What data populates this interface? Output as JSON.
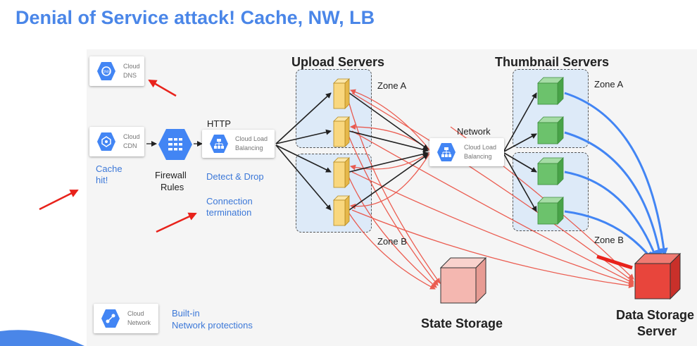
{
  "title": "Denial of Service attack! Cache, NW, LB",
  "services": {
    "dns": {
      "line1": "Cloud",
      "line2": "DNS",
      "icon": "cloud-dns-icon"
    },
    "cdn": {
      "line1": "Cloud",
      "line2": "CDN",
      "icon": "cloud-cdn-icon"
    },
    "lb_http": {
      "line1": "Cloud Load",
      "line2": "Balancing",
      "icon": "load-balancer-icon"
    },
    "lb_network": {
      "line1": "Cloud Load",
      "line2": "Balancing",
      "icon": "load-balancer-icon"
    },
    "network": {
      "line1": "Cloud",
      "line2": "Network",
      "icon": "cloud-network-icon"
    }
  },
  "labels": {
    "cache_hit_1": "Cache",
    "cache_hit_2": "hit!",
    "firewall_1": "Firewall",
    "firewall_2": "Rules",
    "http": "HTTP",
    "detect_drop": "Detect & Drop",
    "connection_1": "Connection",
    "connection_2": "termination",
    "network": "Network",
    "builtin_1": "Built-in",
    "builtin_2": "Network protections"
  },
  "headings": {
    "upload": "Upload Servers",
    "thumbnail": "Thumbnail Servers",
    "state_storage": "State Storage",
    "data_storage_1": "Data Storage",
    "data_storage_2": "Server"
  },
  "zones": {
    "upload_a": "Zone A",
    "upload_b": "Zone B",
    "thumb_a": "Zone A",
    "thumb_b": "Zone B"
  },
  "colors": {
    "title": "#4a86e8",
    "gcp_blue": "#4285f4",
    "upload_server": "#f9d77e",
    "thumbnail_server": "#6cc26c",
    "state_storage": "#f4b7b0",
    "data_storage": "#e8453c",
    "red_arrow": "#ea4335",
    "blue_arrow": "#4285f4",
    "callout_arrow": "#e8221b"
  }
}
